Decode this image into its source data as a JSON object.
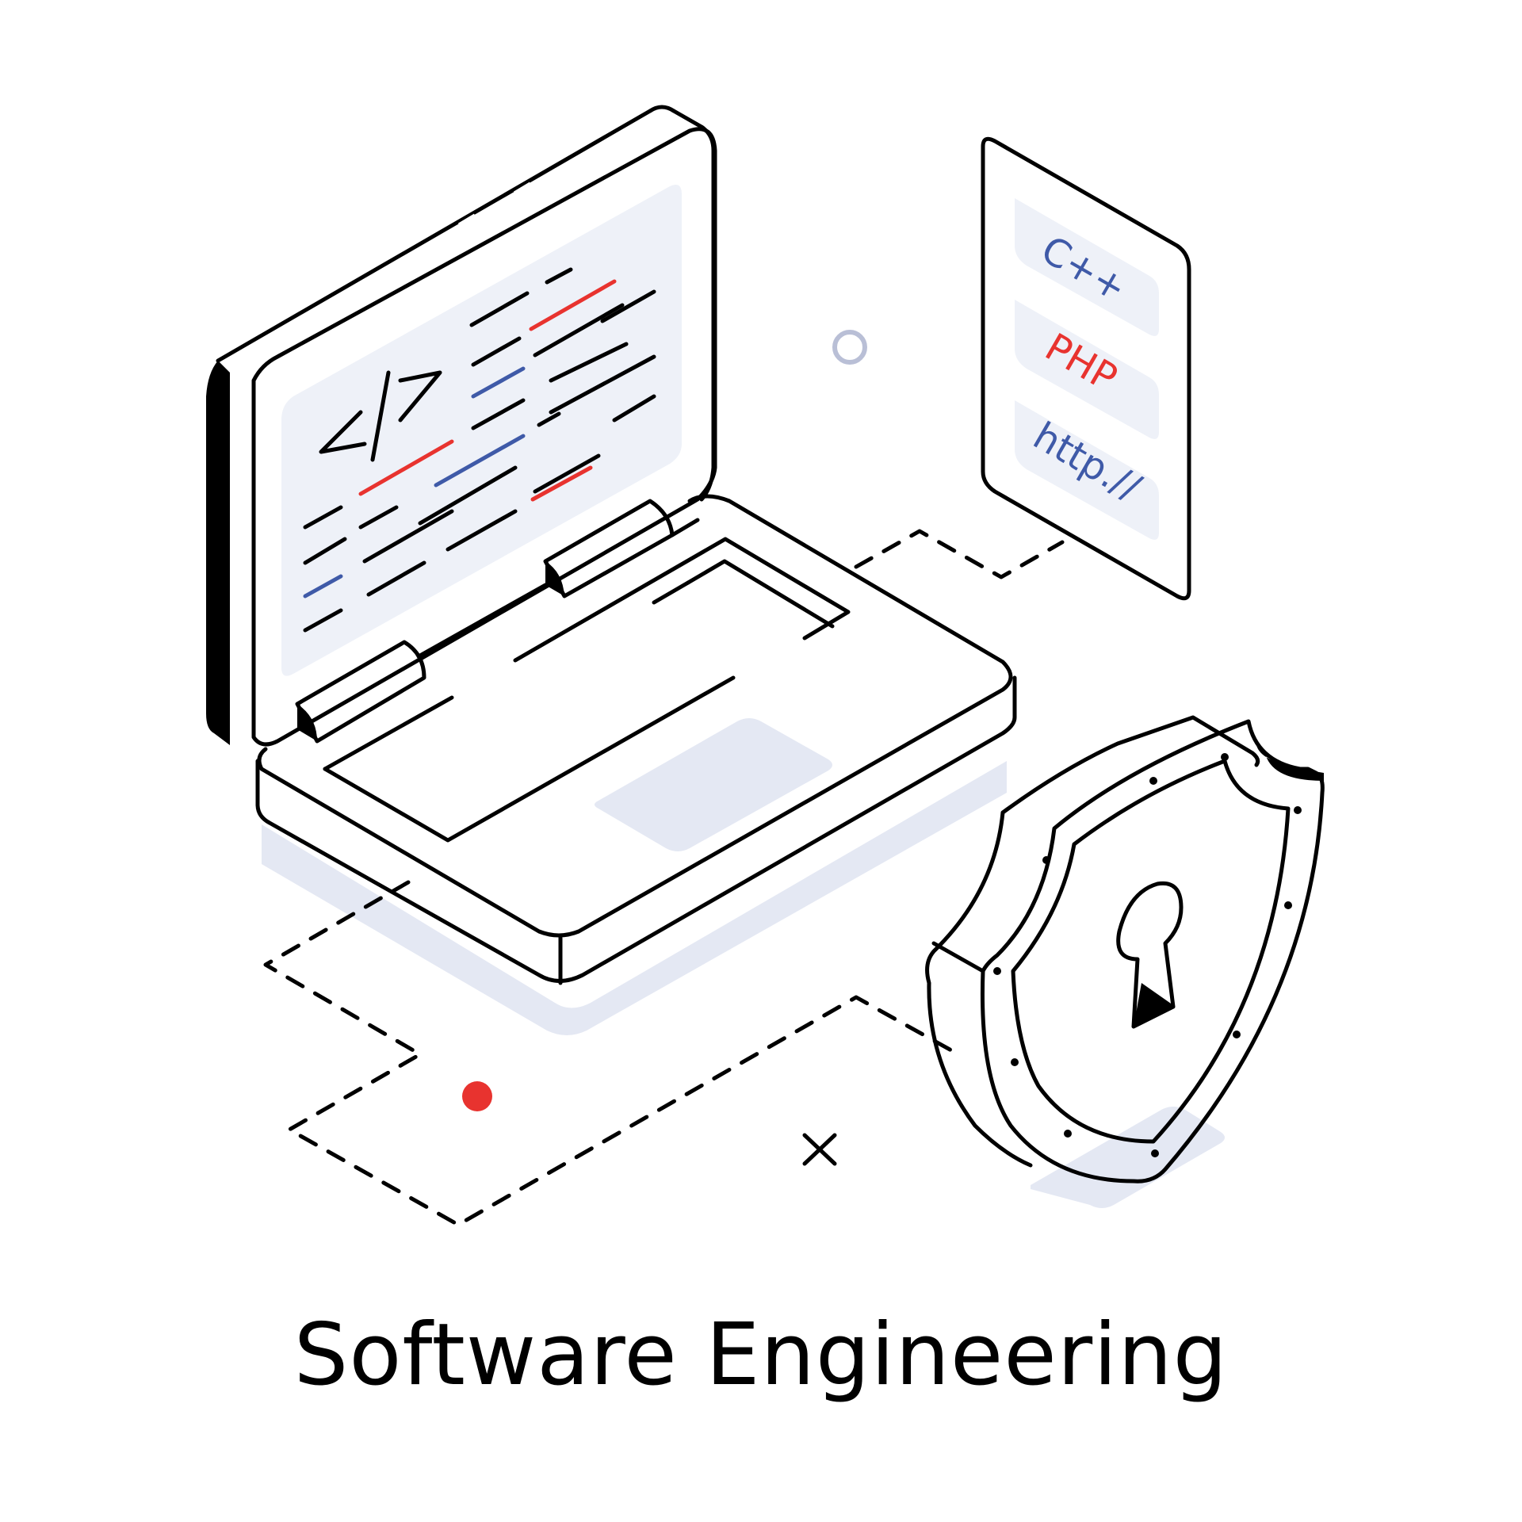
{
  "title": "Software Engineering",
  "languages": {
    "cpp": "C++",
    "php": "PHP",
    "http": "http.//"
  },
  "code_tag": "</>",
  "colors": {
    "stroke": "#000000",
    "panel": "#eef1f8",
    "shadow": "#e4e8f3",
    "red": "#e8332f",
    "blue": "#3f5aa8",
    "ring": "#b9bfd6"
  },
  "icons": [
    "laptop-icon",
    "code-document-icon",
    "shield-lock-icon",
    "keyhole-icon",
    "close-icon",
    "circle-icon",
    "dot-icon"
  ]
}
